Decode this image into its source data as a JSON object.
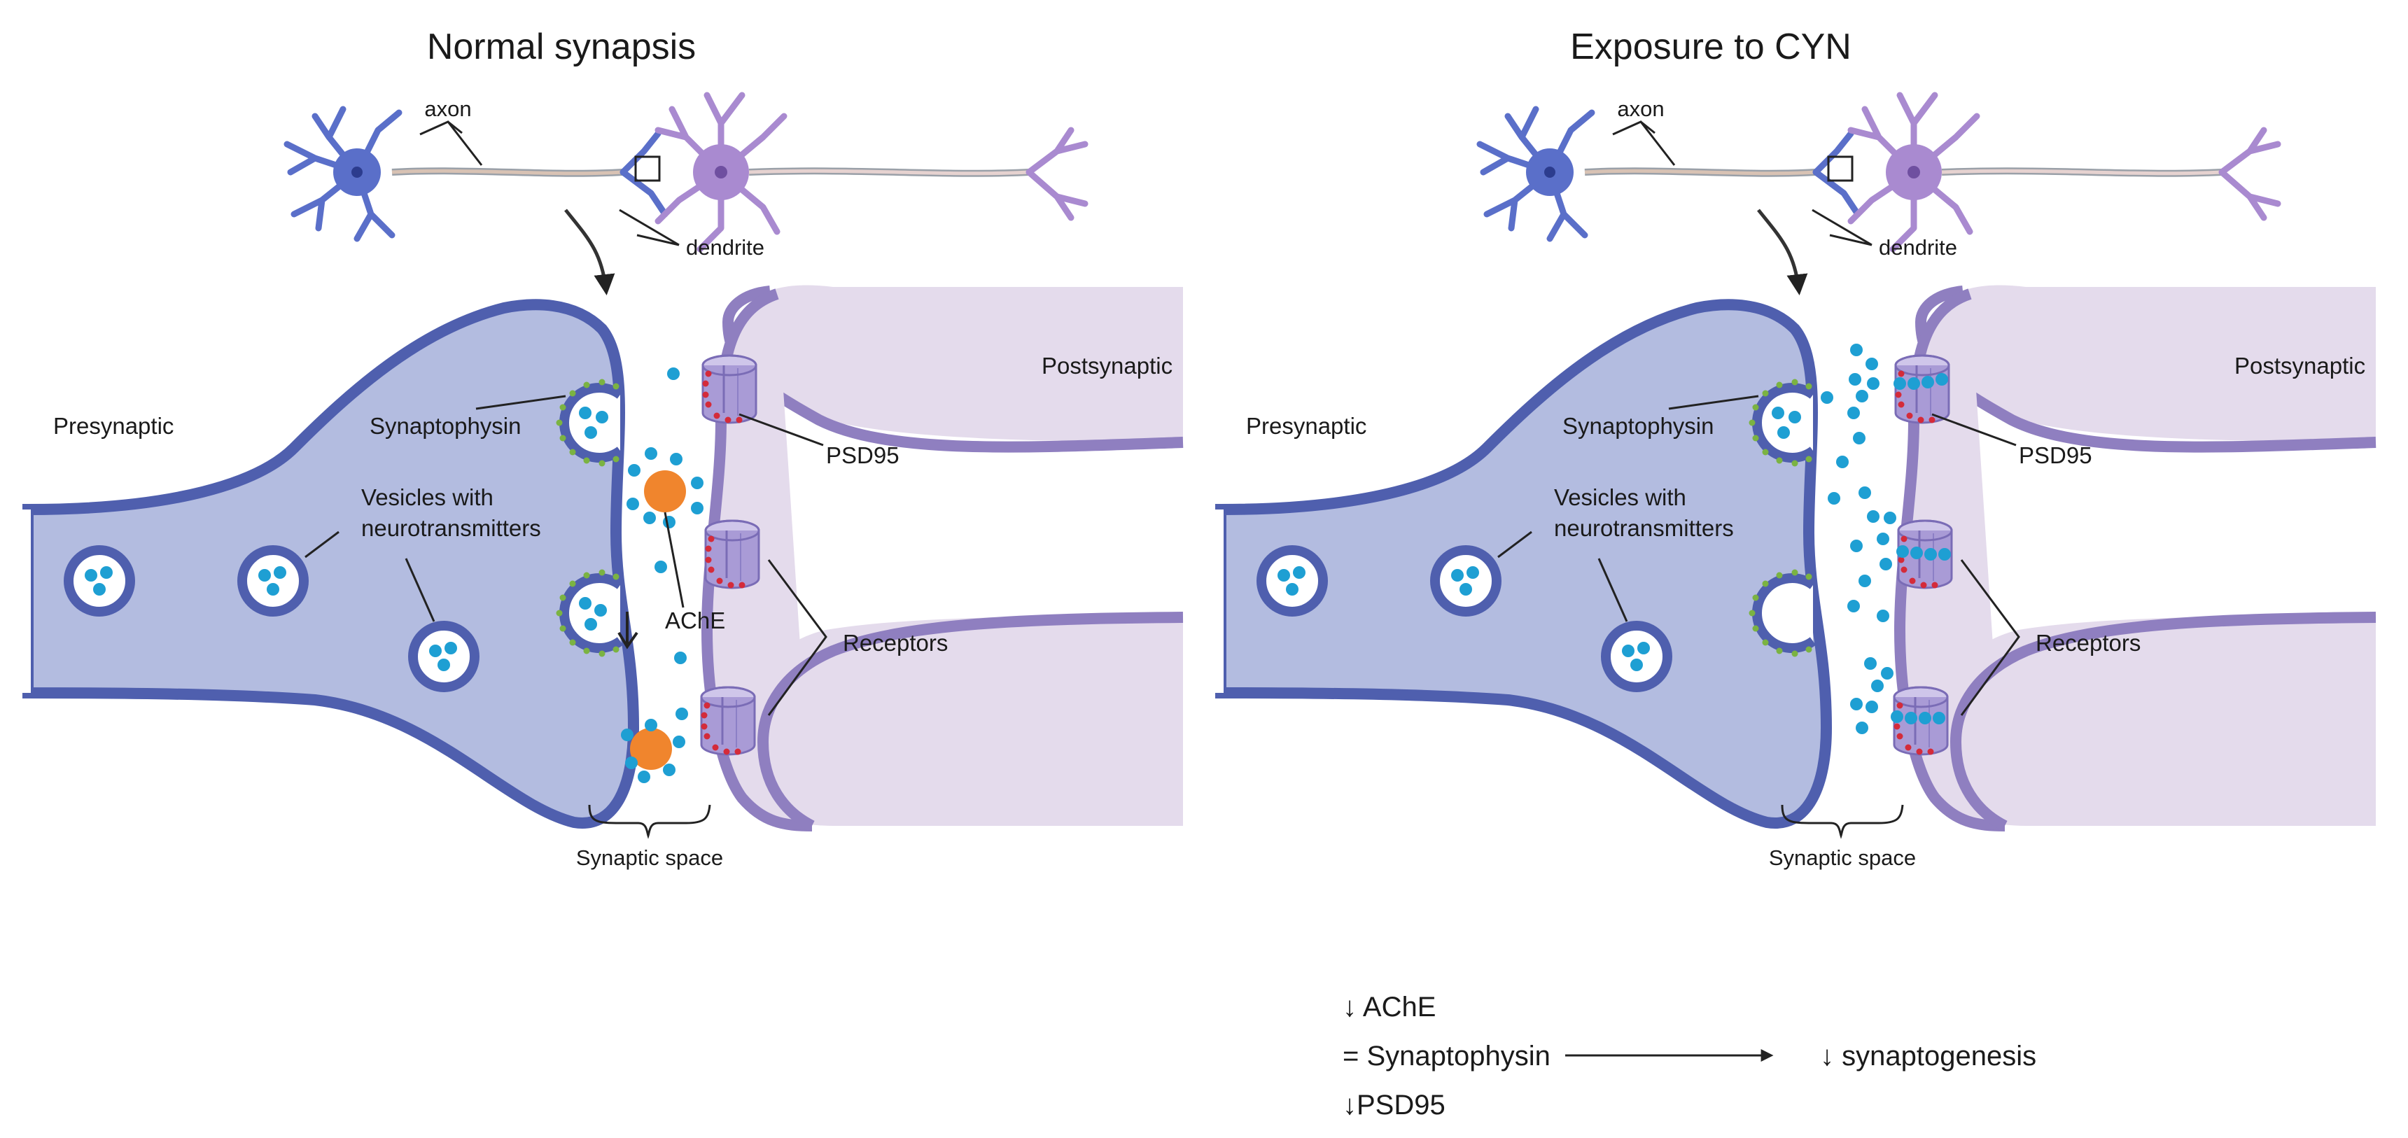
{
  "left_panel": {
    "title": "Normal synapsis",
    "labels": {
      "axon": "axon",
      "dendrite": "dendrite",
      "presynaptic": "Presynaptic",
      "postsynaptic": "Postsynaptic",
      "synaptophysin": "Synaptophysin",
      "vesicles_line1": "Vesicles with",
      "vesicles_line2": "neurotransmitters",
      "psd95": "PSD95",
      "ache": "AChE",
      "receptors": "Receptors",
      "synaptic_space": "Synaptic space"
    }
  },
  "right_panel": {
    "title": "Exposure to CYN",
    "labels": {
      "axon": "axon",
      "dendrite": "dendrite",
      "presynaptic": "Presynaptic",
      "postsynaptic": "Postsynaptic",
      "synaptophysin": "Synaptophysin",
      "vesicles_line1": "Vesicles with",
      "vesicles_line2": "neurotransmitters",
      "psd95": "PSD95",
      "receptors": "Receptors",
      "synaptic_space": "Synaptic space"
    }
  },
  "summary": {
    "ache_effect": "↓ AChE",
    "synaptophysin_effect": "= Synaptophysin",
    "psd95_effect": "↓PSD95",
    "outcome": "↓ synaptogenesis"
  },
  "colors": {
    "presynaptic_fill": "#b3bce0",
    "presynaptic_stroke": "#4f5fae",
    "postsynaptic_fill": "#e4dbec",
    "postsynaptic_stroke": "#8f7fc0",
    "neurotransmitter": "#1e9fd3",
    "ache": "#f0852d",
    "synaptophysin": "#7bb342",
    "psd95": "#d42b3a",
    "receptor": "#a99bd6"
  }
}
